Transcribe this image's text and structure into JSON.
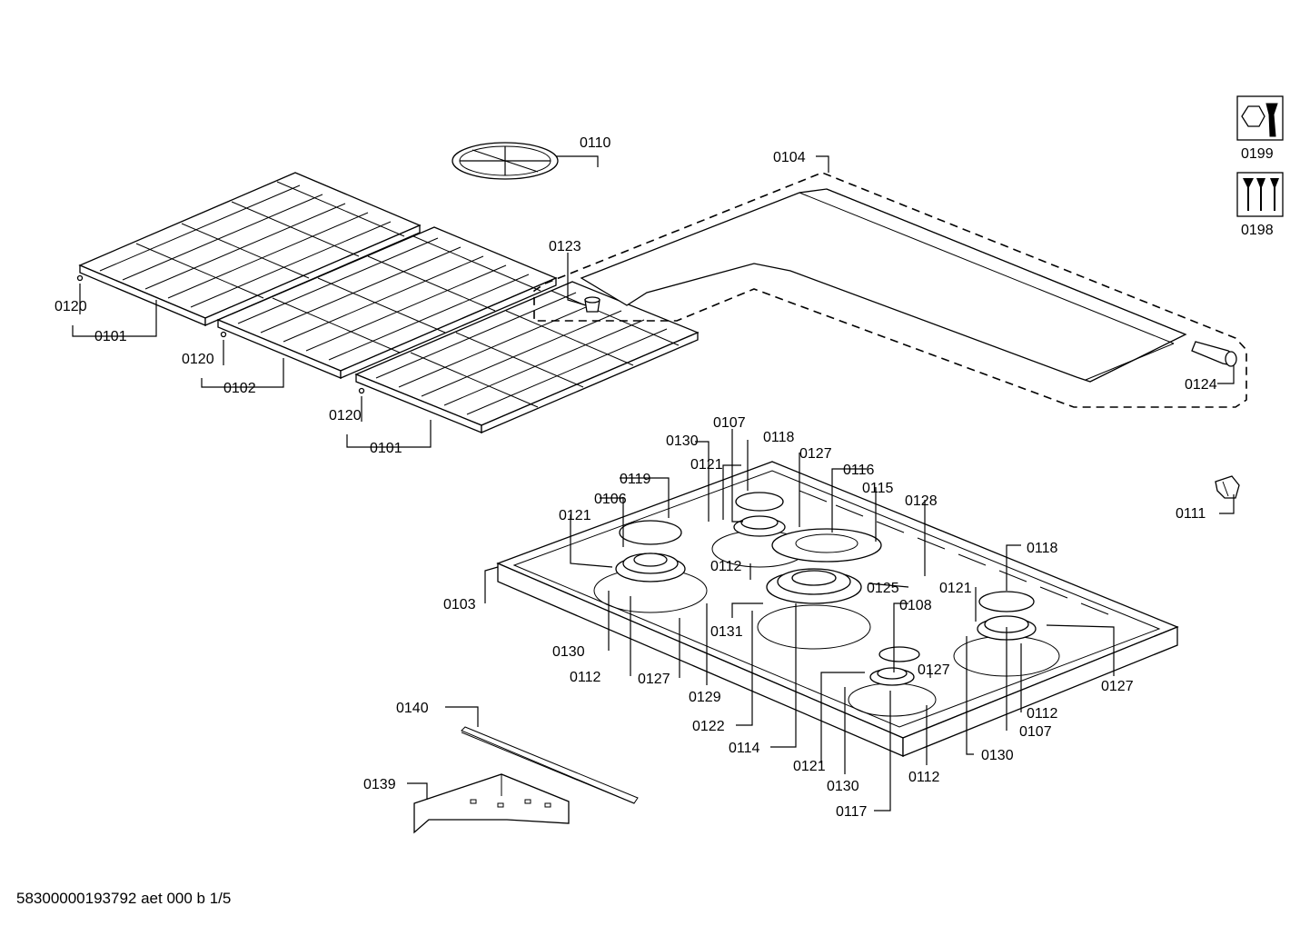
{
  "footer": "58300000193792 aet 000 b 1/5",
  "tools": [
    {
      "name": "wrench-nut-icon",
      "code": "0199"
    },
    {
      "name": "screws-icon",
      "code": "0198"
    }
  ],
  "labels": {
    "l0110": "0110",
    "l0104": "0104",
    "l0123": "0123",
    "l0124": "0124",
    "l0120a": "0120",
    "l0101a": "0101",
    "l0120b": "0120",
    "l0102": "0102",
    "l0120c": "0120",
    "l0101b": "0101",
    "l0111": "0111",
    "l0107a": "0107",
    "l0130a": "0130",
    "l0118a": "0118",
    "l0127a": "0127",
    "l0121a": "0121",
    "l0116": "0116",
    "l0119": "0119",
    "l0115": "0115",
    "l0106": "0106",
    "l0128": "0128",
    "l0121b": "0121",
    "l0118b": "0118",
    "l0112a": "0112",
    "l0103": "0103",
    "l0125": "0125",
    "l0121c": "0121",
    "l0108": "0108",
    "l0131": "0131",
    "l0130b": "0130",
    "l0127b": "0127",
    "l0112b": "0112",
    "l0127c": "0127",
    "l0129": "0129",
    "l0127d": "0127",
    "l0112c": "0112",
    "l0122": "0122",
    "l0107b": "0107",
    "l0114": "0114",
    "l0130c": "0130",
    "l0121d": "0121",
    "l0112d": "0112",
    "l0130d": "0130",
    "l0117": "0117",
    "l0140": "0140",
    "l0139": "0139"
  }
}
